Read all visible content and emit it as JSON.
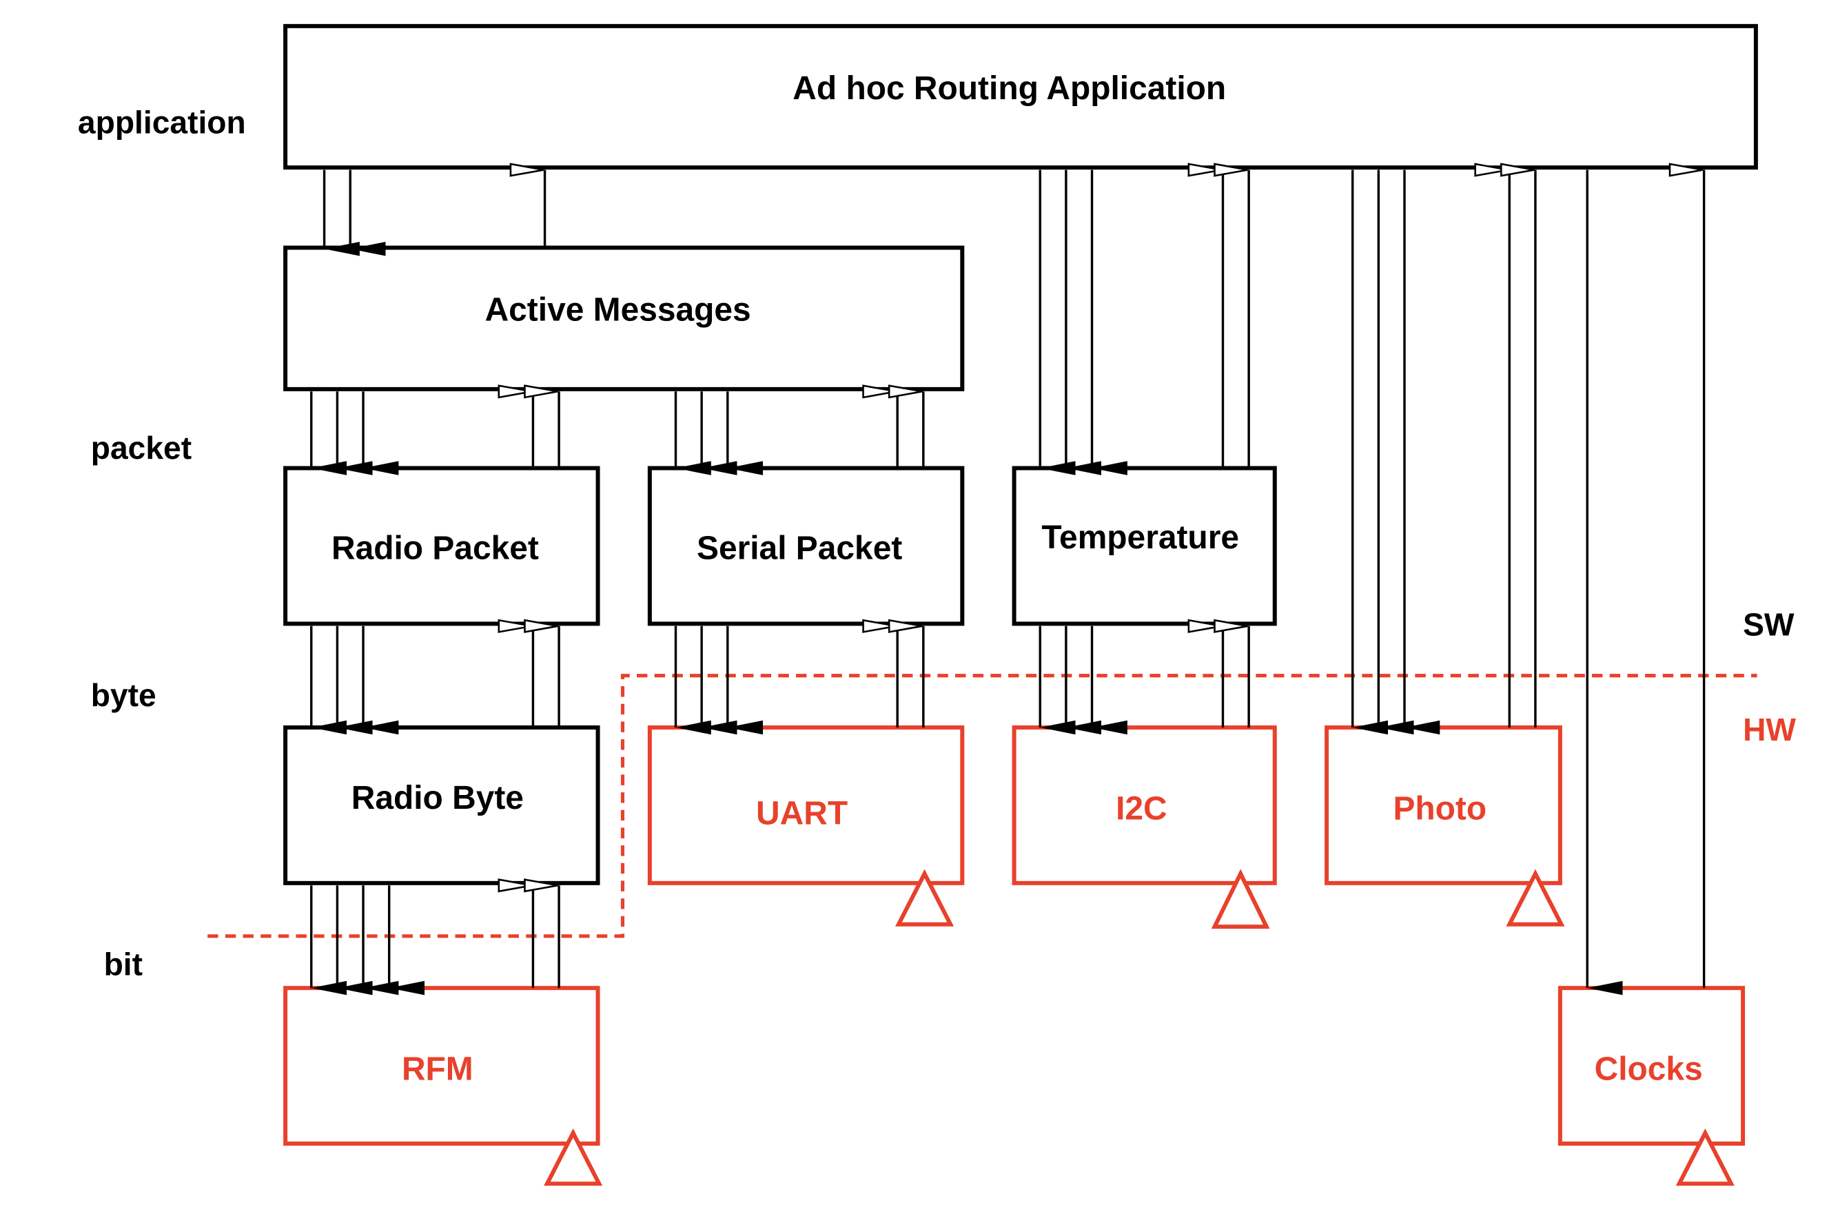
{
  "colors": {
    "software": "#000000",
    "hardware": "#e8412c"
  },
  "layers": {
    "application": "application",
    "packet": "packet",
    "byte": "byte",
    "bit": "bit"
  },
  "domains": {
    "sw": "SW",
    "hw": "HW"
  },
  "components": {
    "adhoc": "Ad hoc Routing Application",
    "active_messages": "Active Messages",
    "radio_packet": "Radio Packet",
    "serial_packet": "Serial Packet",
    "temperature": "Temperature",
    "radio_byte": "Radio Byte",
    "uart": "UART",
    "i2c": "I2C",
    "photo": "Photo",
    "rfm": "RFM",
    "clocks": "Clocks"
  }
}
